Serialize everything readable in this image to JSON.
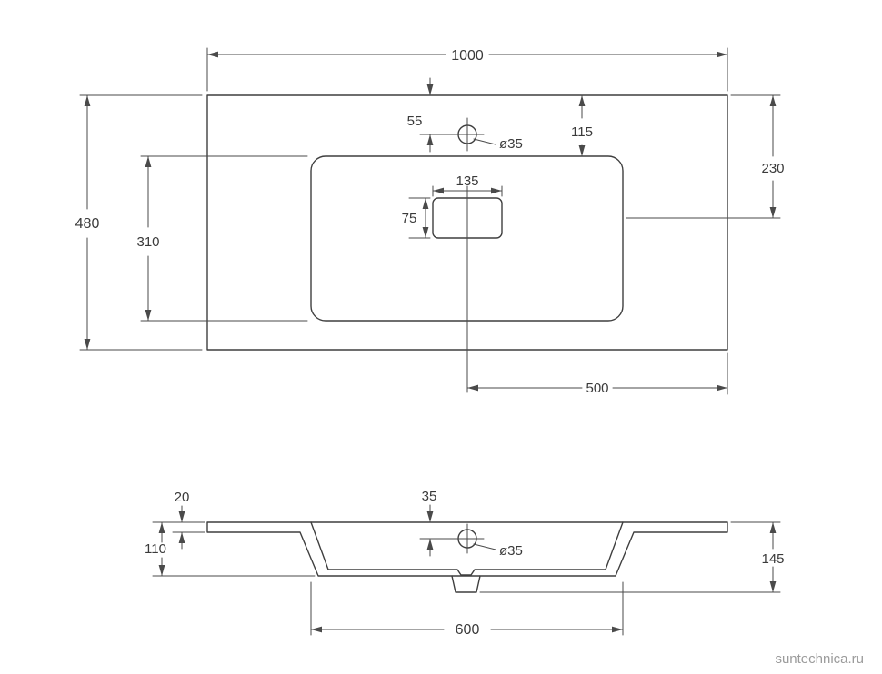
{
  "watermark": "suntechnica.ru",
  "colors": {
    "line": "#3f3f3f",
    "dimension_line": "#4a4a4a",
    "text": "#3a3a3a",
    "watermark": "#9b9b9b",
    "background": "#ffffff"
  },
  "top_view": {
    "dims": {
      "overall_width": "1000",
      "overall_depth": "480",
      "basin_depth": "310",
      "faucet_hole_from_rear": "55",
      "basin_from_rear": "115",
      "drain_from_rear": "230",
      "drain_width": "135",
      "drain_height": "75",
      "faucet_hole_diameter": "ø35",
      "drain_from_right_edge": "500"
    }
  },
  "section_view": {
    "dims": {
      "top_thickness": "20",
      "bowl_underside_depth": "110",
      "faucet_hole_from_top": "35",
      "faucet_hole_diameter": "ø35",
      "overall_height": "145",
      "bowl_width": "600"
    }
  }
}
